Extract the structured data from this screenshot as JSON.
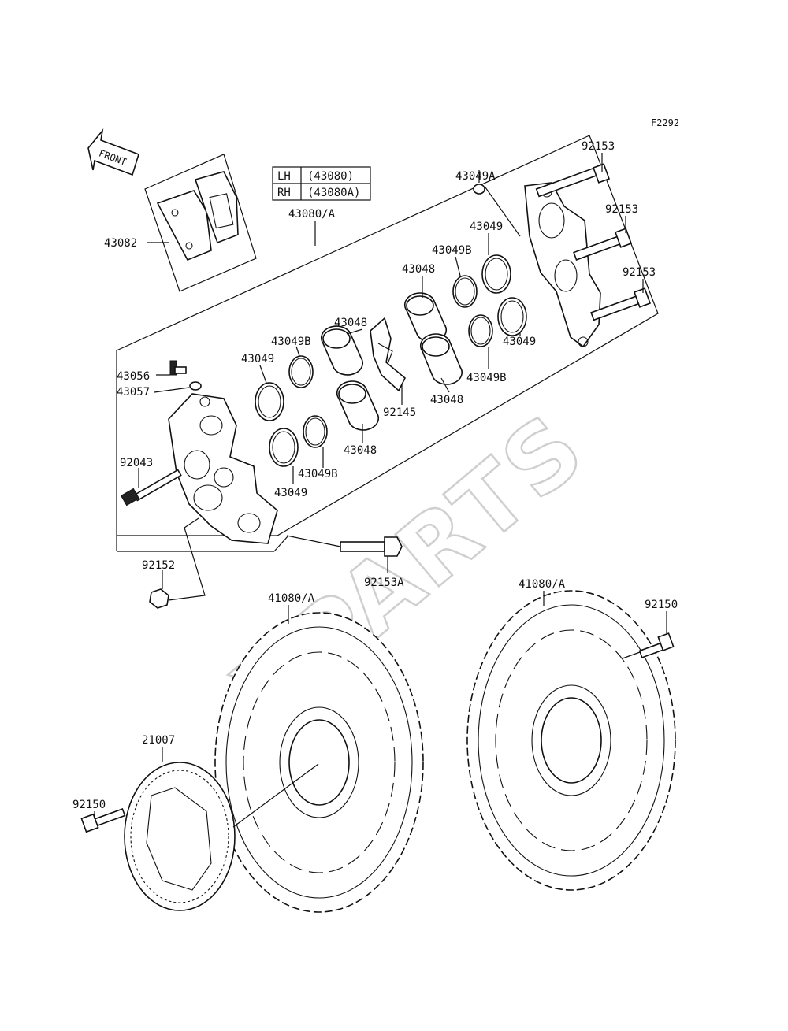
{
  "figure_code": "F2292",
  "watermark": "XPARTS",
  "front_arrow_label": "FRONT",
  "lhrh_table": [
    {
      "side": "LH",
      "part": "(43080)"
    },
    {
      "side": "RH",
      "part": "(43080A)"
    }
  ],
  "labels": {
    "p43082": "43082",
    "p43080A": "43080/A",
    "p43049A": "43049A",
    "p92153_1": "92153",
    "p92153_2": "92153",
    "p92153_3": "92153",
    "p43049_top": "43049",
    "p43049B_top": "43049B",
    "p43048_top": "43048",
    "p43048_mid": "43048",
    "p43049B_mid": "43049B",
    "p43049_mid": "43049",
    "p43056": "43056",
    "p43057": "43057",
    "p43049B_right": "43049B",
    "p43049_right": "43049",
    "p43048_right": "43048",
    "p92145": "92145",
    "p43048_low": "43048",
    "p92043": "92043",
    "p43049B_low": "43049B",
    "p43049_low": "43049",
    "p92152": "92152",
    "p92153A": "92153A",
    "p41080A_left": "41080/A",
    "p41080A_right": "41080/A",
    "p92150_right": "92150",
    "p21007": "21007",
    "p92150_left": "92150"
  }
}
